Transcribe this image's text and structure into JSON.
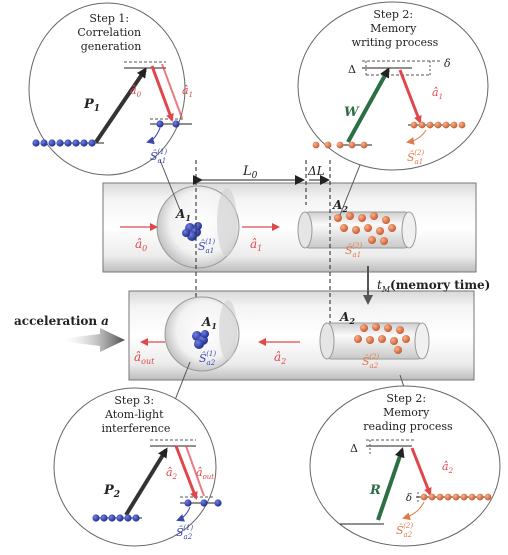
{
  "steps": {
    "step1": {
      "title_lines": [
        "Step 1:",
        "Correlation",
        "generation"
      ]
    },
    "step2_top": {
      "title_lines": [
        "Step 2:",
        "Memory",
        "writing process"
      ]
    },
    "step3": {
      "title_lines": [
        "Step 3:",
        "Atom-light",
        "interference"
      ]
    },
    "step2_bottom": {
      "title_lines": [
        "Step 2:",
        "Memory",
        "reading process"
      ]
    }
  },
  "labels": {
    "P1": "P",
    "P1_sub": "1",
    "P2": "P",
    "P2_sub": "2",
    "W": "W",
    "R": "R",
    "a0_step1": "â",
    "a0_step1_sub": "0",
    "a1_step1": "â",
    "a1_step1_sub": "1",
    "S_a1_1_step1": "Ŝ",
    "S_a1_1_step1_sub": "a1",
    "S_a1_1_step1_sup": "(1)",
    "a1_step2": "â",
    "a1_step2_sub": "1",
    "S_a1_2_step2": "Ŝ",
    "S_a1_2_step2_sub": "a1",
    "S_a1_2_step2_sup": "(2)",
    "delta_big": "Δ",
    "delta_small": "δ",
    "a2_step3": "â",
    "a2_step3_sub": "2",
    "aout_step3": "â",
    "aout_step3_sub": "out",
    "S_a2_1_step3": "Ŝ",
    "S_a2_1_step3_sub": "a2",
    "S_a2_1_step3_sup": "(1)",
    "a2_read": "â",
    "a2_read_sub": "2",
    "S_a2_2_read": "Ŝ",
    "S_a2_2_read_sub": "a2",
    "S_a2_2_read_sup": "(2)",
    "L0": "L",
    "L0_sub": "0",
    "DeltaL": "ΔL",
    "A1_top": "A",
    "A1_top_sub": "1",
    "A2_top": "A",
    "A2_top_sub": "2",
    "a0_tube": "â",
    "a0_tube_sub": "0",
    "a1_tube": "â",
    "a1_tube_sub": "1",
    "S_a1_1_tube": "Ŝ",
    "S_a1_1_tube_sub": "a1",
    "S_a1_1_tube_sup": "(1)",
    "S_a1_2_tube": "Ŝ",
    "S_a1_2_tube_sub": "a1",
    "S_a1_2_tube_sup": "(2)",
    "tM_text": "t",
    "tM_sub": "M",
    "memory_time": "(memory time)",
    "acceleration_text": "acceleration",
    "acceleration_symbol": "a",
    "A1_bot": "A",
    "A1_bot_sub": "1",
    "A2_bot": "A",
    "A2_bot_sub": "2",
    "aout_tube": "â",
    "aout_tube_sub": "out",
    "a2_tube": "â",
    "a2_tube_sub": "2",
    "S_a2_1_tube": "Ŝ",
    "S_a2_1_tube_sub": "a2",
    "S_a2_1_tube_sup": "(1)",
    "S_a2_2_tube": "Ŝ",
    "S_a2_2_tube_sub": "a2",
    "S_a2_2_tube_sup": "(2)"
  },
  "colors": {
    "red": "#e0474c",
    "blue": "#3a47b0",
    "orange": "#e07a4a",
    "green": "#2c6e45",
    "dark": "#222222",
    "gray_arrow": "#5a5a5a"
  }
}
